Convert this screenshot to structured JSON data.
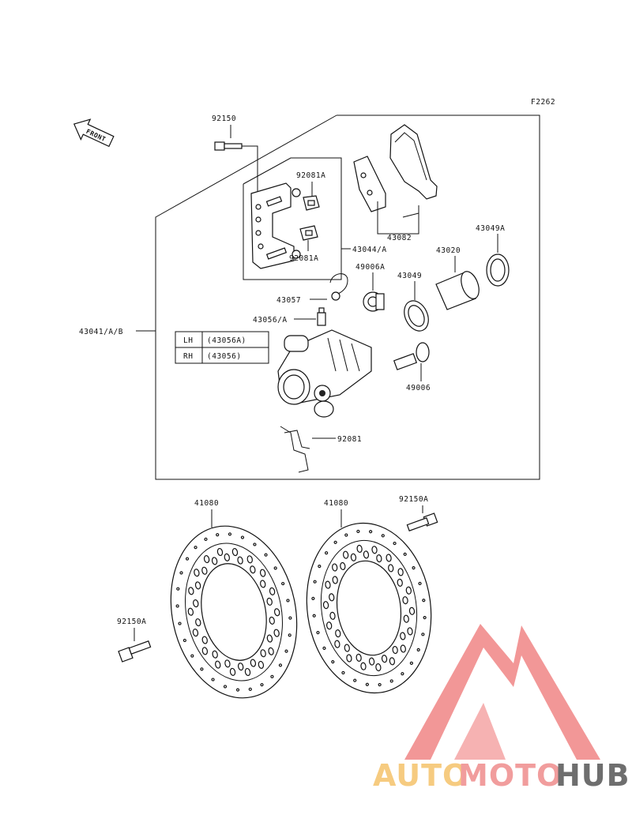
{
  "figure_code": "F2262",
  "front_label": "FRONT",
  "labels": {
    "p92150": "92150",
    "p92081A_top": "92081A",
    "p92081A_bottom": "92081A",
    "p43044A": "43044/A",
    "p43082": "43082",
    "p43049A": "43049A",
    "p43020": "43020",
    "p49006A": "49006A",
    "p43049": "43049",
    "p43057": "43057",
    "p43056A": "43056/A",
    "p43041": "43041/A/B",
    "p49006": "49006",
    "p92081": "92081",
    "p41080_left": "41080",
    "p41080_right": "41080",
    "p92150A_right": "92150A",
    "p92150A_left": "92150A"
  },
  "side_table": [
    {
      "side": "LH",
      "part": "(43056A)"
    },
    {
      "side": "RH",
      "part": "(43056)"
    }
  ],
  "watermark": {
    "auto": "AUTO",
    "moto": "MOTO",
    "hub": "HUB",
    "colors": {
      "auto": "#f5c26b",
      "moto": "#ef8c8c",
      "hub": "#555555",
      "mark": "#f08585"
    }
  }
}
